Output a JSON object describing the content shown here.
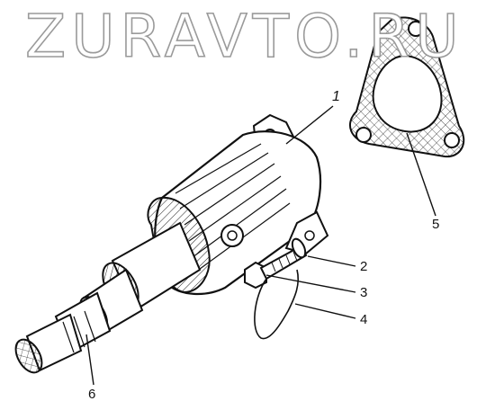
{
  "watermark": "ZURAVTO.RU",
  "callouts": [
    {
      "id": "1",
      "text": "1"
    },
    {
      "id": "2",
      "text": "2"
    },
    {
      "id": "3",
      "text": "3"
    },
    {
      "id": "4",
      "text": "4"
    },
    {
      "id": "5",
      "text": "5"
    },
    {
      "id": "6",
      "text": "6"
    }
  ],
  "colors": {
    "ink": "#111111",
    "watermark_outline": "#9a9a9a",
    "background": "#ffffff"
  }
}
